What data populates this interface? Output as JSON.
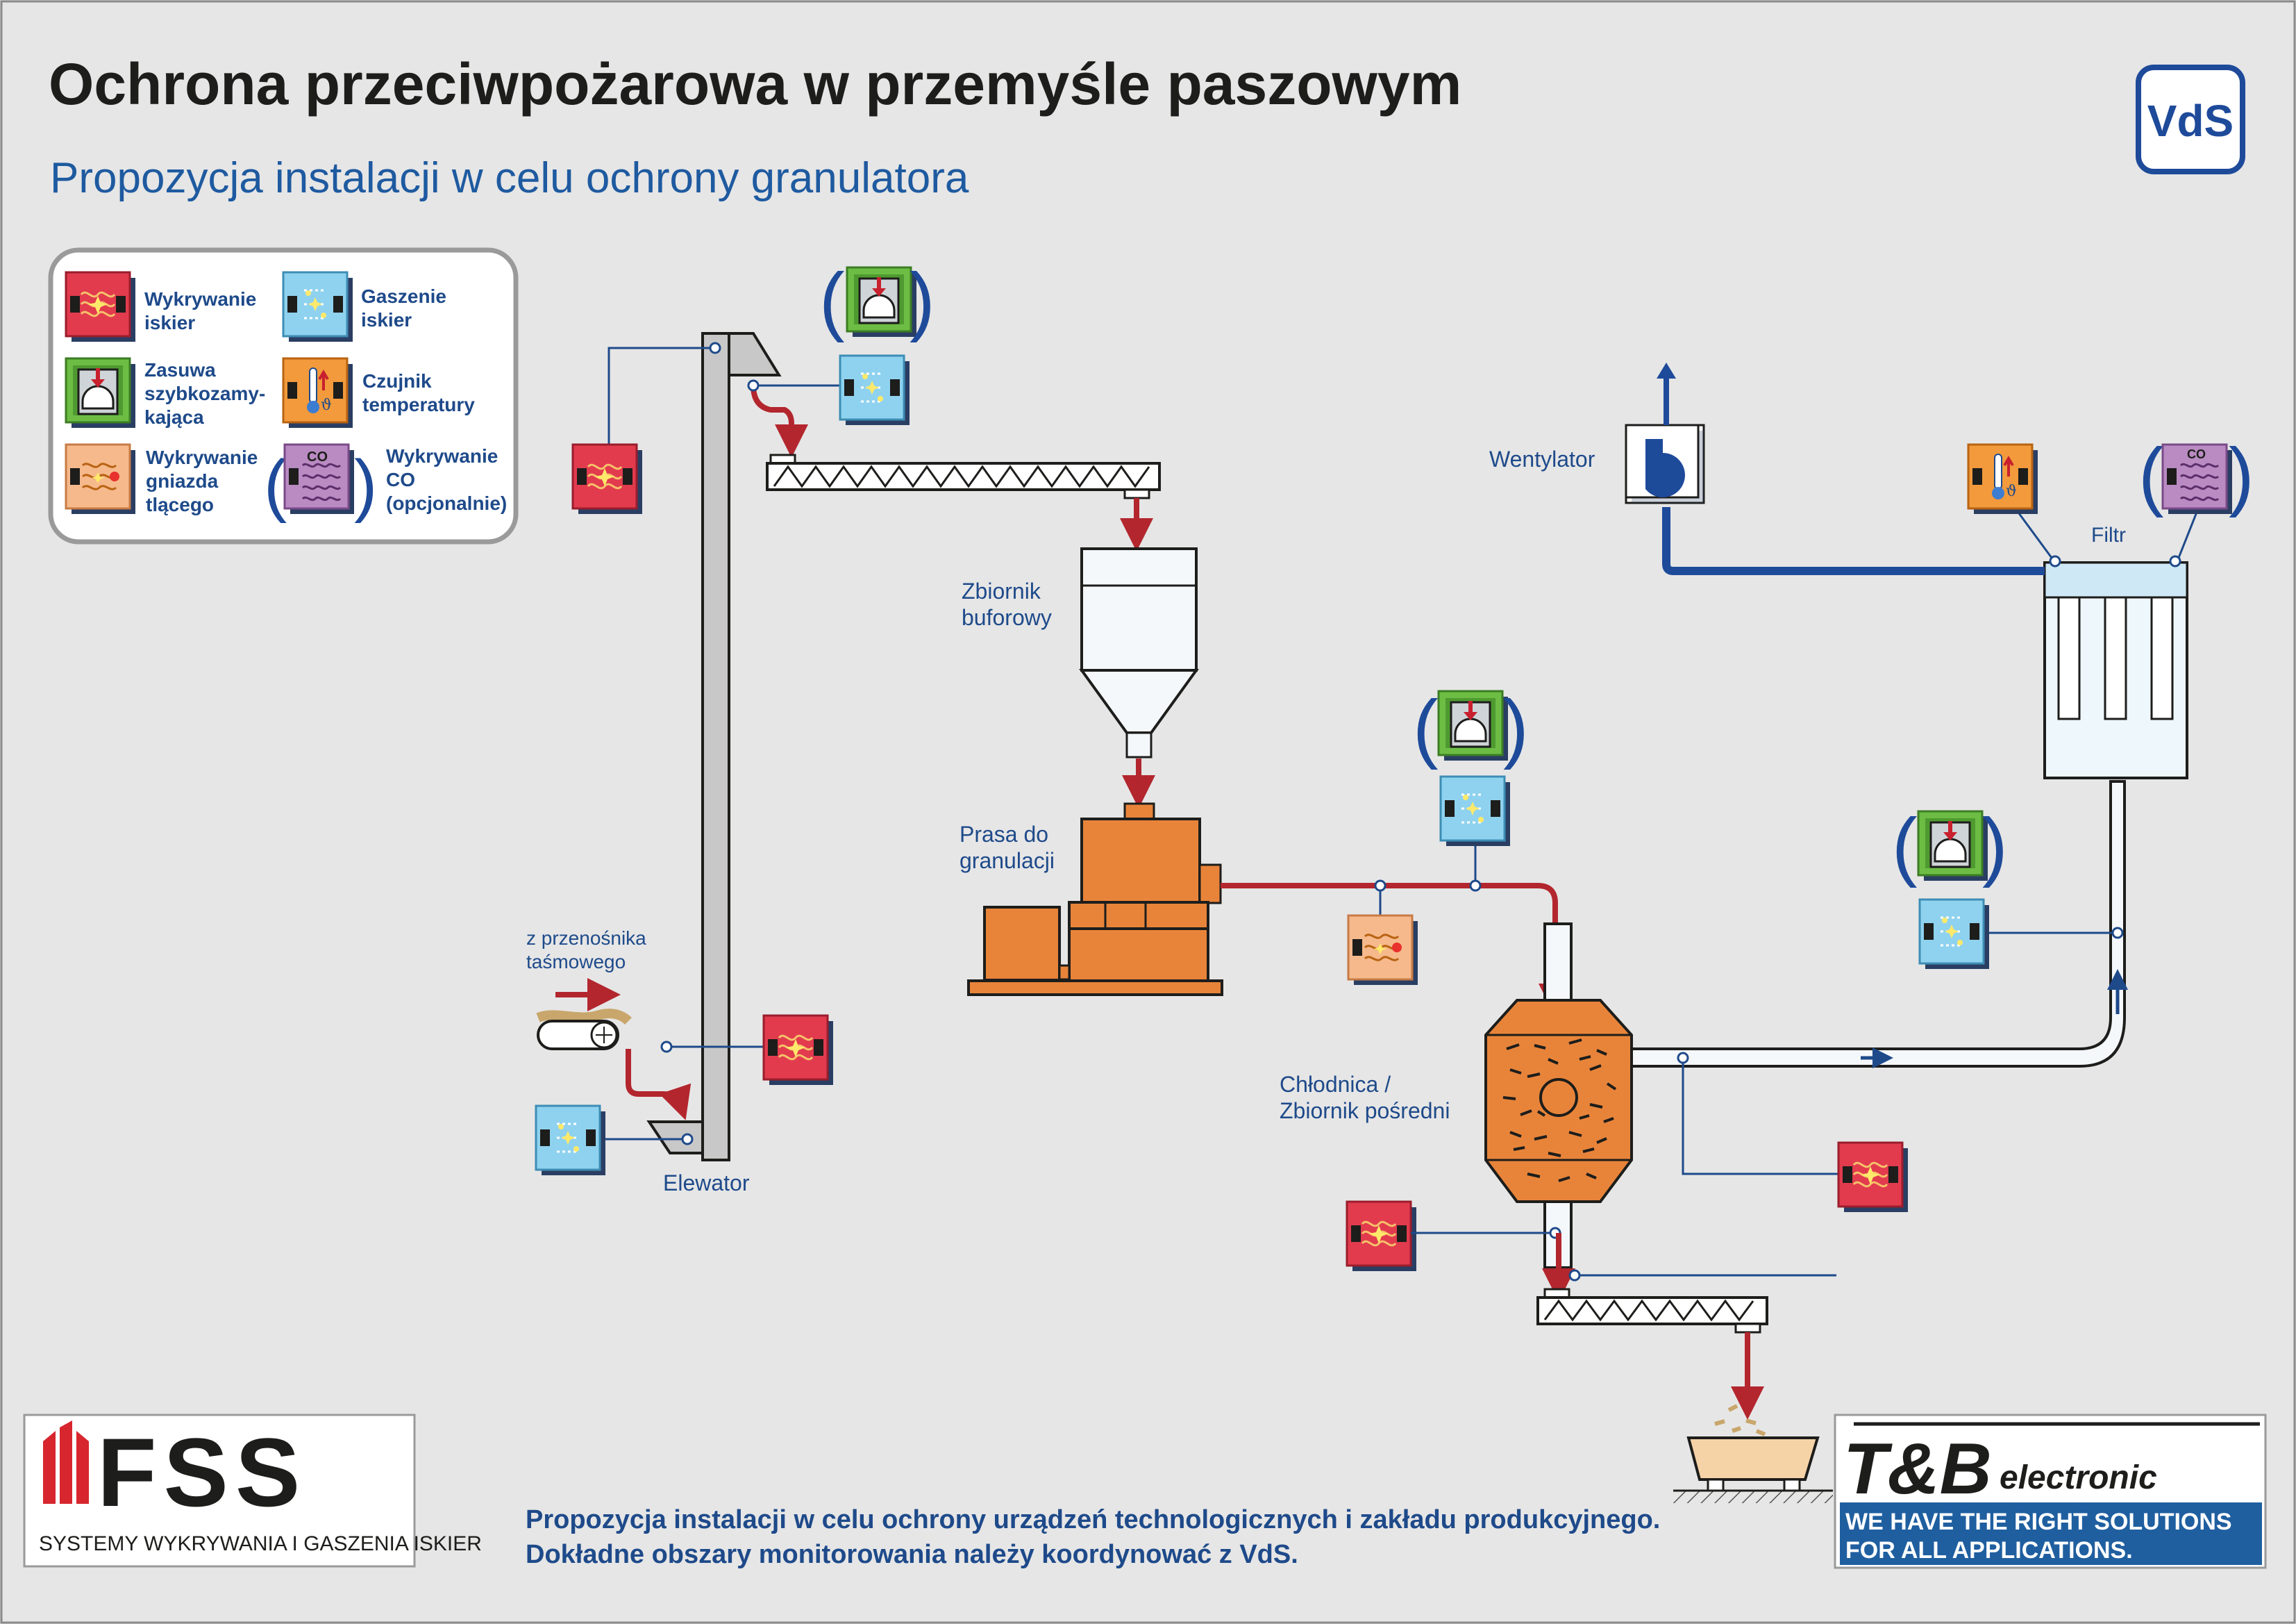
{
  "header": {
    "title": "Ochrona przeciwpożarowa w przemyśle paszowym",
    "subtitle": "Propozycja instalacji w celu ochrony granulatora"
  },
  "badge": {
    "text": "VdS"
  },
  "legend": {
    "spark_detection": [
      "Wykrywanie",
      "iskier"
    ],
    "spark_extinguishing": [
      "Gaszenie",
      "iskier"
    ],
    "quick_gate": [
      "Zasuwa",
      "szybkozamy-",
      "kająca"
    ],
    "temperature_sensor": [
      "Czujnik",
      "temperatury"
    ],
    "smoldering_detection": [
      "Wykrywanie",
      "gniazda",
      "tlącego"
    ],
    "co_detection": [
      "Wykrywanie",
      "CO",
      "(opcjonalnie)"
    ],
    "co_tag": "CO"
  },
  "labels": {
    "elevator": "Elewator",
    "from_conveyor": [
      "z przenośnika",
      "taśmowego"
    ],
    "buffer_tank": [
      "Zbiornik",
      "buforowy"
    ],
    "pellet_press": [
      "Prasa do",
      "granulacji"
    ],
    "cooler": [
      "Chłodnica /",
      "Zbiornik pośredni"
    ],
    "fan": "Wentylator",
    "filter": "Filtr"
  },
  "footer": {
    "line1": "Propozycja instalacji w celu ochrony urządzeń technologicznych i zakładu produkcyjnego.",
    "line2": "Dokładne obszary monitorowania należy koordynować z VdS."
  },
  "logos": {
    "fss_name": "FSS",
    "fss_caption": "SYSTEMY WYKRYWANIA I GASZENIA ISKIER",
    "tb_name": "T&B",
    "tb_word": "electronic",
    "tb_slogan1": "WE HAVE THE RIGHT SOLUTIONS",
    "tb_slogan2": "FOR ALL APPLICATIONS."
  },
  "colors": {
    "accent_blue": "#1e4a8a",
    "process_red": "#b3262e",
    "press_orange": "#e8843a",
    "spark_detect_red": "#e23b4e",
    "extinguish_blue": "#8fd2ef",
    "gate_green": "#6dbd45",
    "temp_orange": "#f29a3c",
    "smolder_peach": "#f6b98c",
    "co_purple": "#b98bc2"
  },
  "icons": {
    "spark_detection": "spark-detector-icon",
    "spark_extinguishing": "spark-extinguisher-icon",
    "quick_gate": "quick-gate-icon",
    "temperature_sensor": "thermometer-icon",
    "smoldering_detection": "smoldering-detector-icon",
    "co_detection": "co-detector-icon",
    "fan": "fan-icon"
  }
}
